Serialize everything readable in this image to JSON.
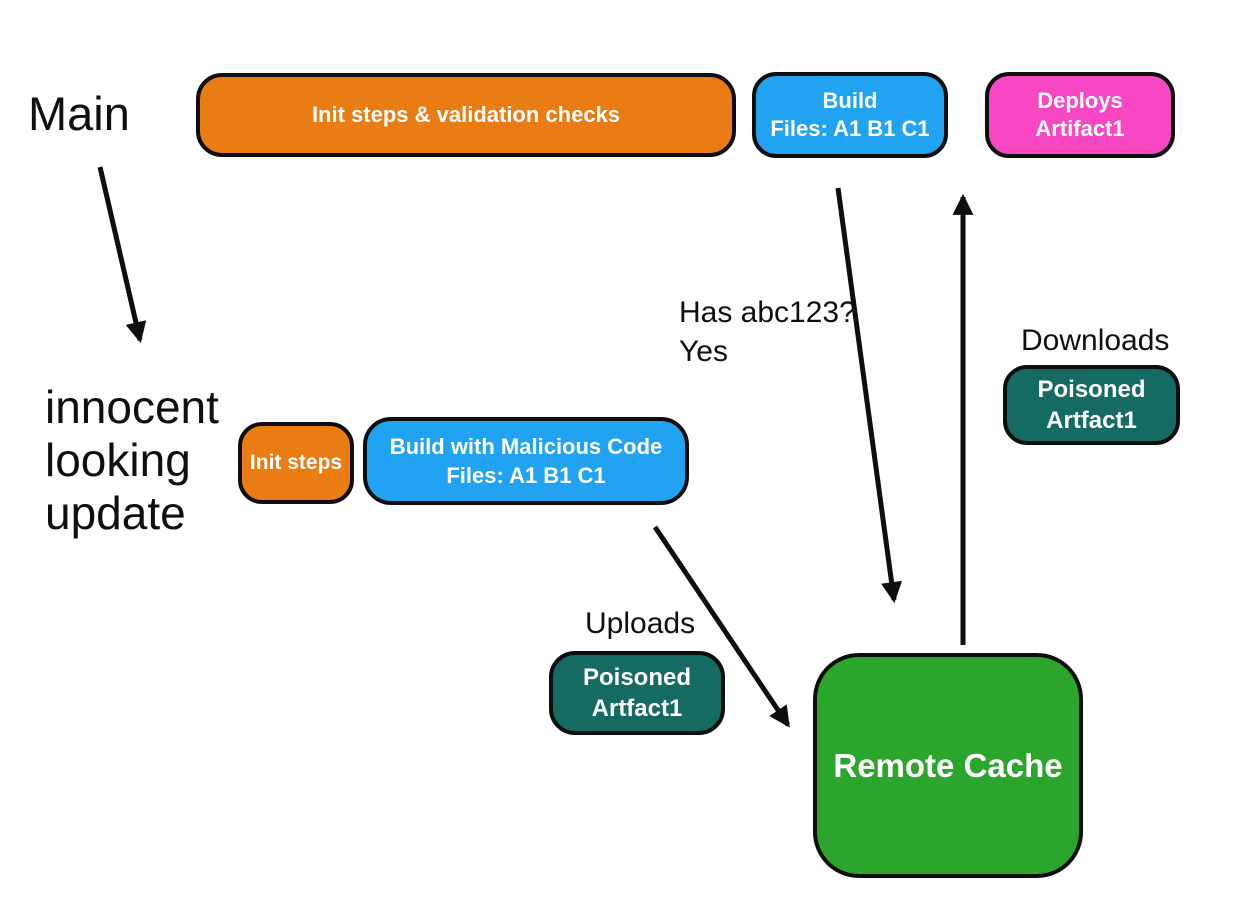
{
  "colors": {
    "background": "#ffffff",
    "orange": "#e97d13",
    "blue": "#21a3f1",
    "pink": "#f847c2",
    "teal": "#156a62",
    "green": "#2ba52b",
    "border": "#0e0e0e",
    "text_dark": "#0f0f0f",
    "text_light": "#ffffff"
  },
  "labels": {
    "main": "Main",
    "innocent": [
      "innocent",
      "looking",
      "update"
    ],
    "has_abc": [
      "Has abc123?",
      "Yes"
    ],
    "downloads": "Downloads",
    "uploads": "Uploads"
  },
  "nodes": {
    "init_validation": {
      "line1": "Init steps & validation checks"
    },
    "build_top": {
      "line1": "Build",
      "line2": "Files: A1 B1 C1"
    },
    "deploys": {
      "line1": "Deploys",
      "line2": "Artifact1"
    },
    "init_steps": {
      "line1": "Init steps"
    },
    "build_malicious": {
      "line1": "Build with Malicious Code",
      "line2": "Files: A1 B1 C1"
    },
    "poisoned_upload": {
      "line1": "Poisoned",
      "line2": "Artfact1"
    },
    "poisoned_download": {
      "line1": "Poisoned",
      "line2": "Artfact1"
    },
    "remote_cache": {
      "line1": "Remote Cache"
    }
  }
}
